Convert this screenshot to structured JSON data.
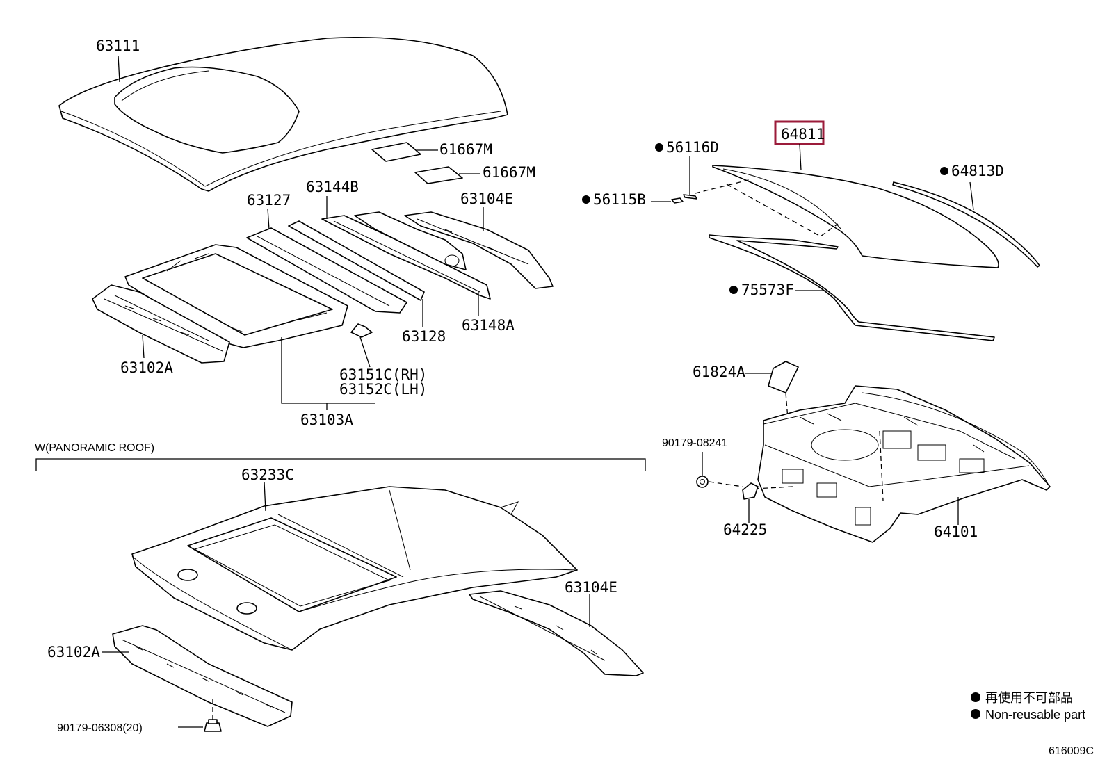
{
  "labels": {
    "p63111": "63111",
    "p61667M_1": "61667M",
    "p61667M_2": "61667M",
    "p63127": "63127",
    "p63144B": "63144B",
    "p63104E_top": "63104E",
    "p63128": "63128",
    "p63148A": "63148A",
    "p63102A_top": "63102A",
    "p63151C": "63151C(RH)",
    "p63152C": "63152C(LH)",
    "p63103A": "63103A",
    "p64811": "64811",
    "p56116D": "56116D",
    "p56115B": "56115B",
    "p64813D": "64813D",
    "p75573F": "75573F",
    "p61824A": "61824A",
    "p90179_08241": "90179-08241",
    "p64225": "64225",
    "p64101": "64101",
    "p63233C": "63233C",
    "p63104E_bottom": "63104E",
    "p63102A_bottom": "63102A",
    "p90179_06308": "90179-06308(20)"
  },
  "section": {
    "panoramic_title": "W(PANORAMIC ROOF)"
  },
  "legend": {
    "line1": "再使用不可部品",
    "line2": "Non-reusable part"
  },
  "figure_code": "616009C",
  "highlight_part": "64811",
  "colors": {
    "highlight": "#9b1b3a",
    "ink": "#000000"
  }
}
